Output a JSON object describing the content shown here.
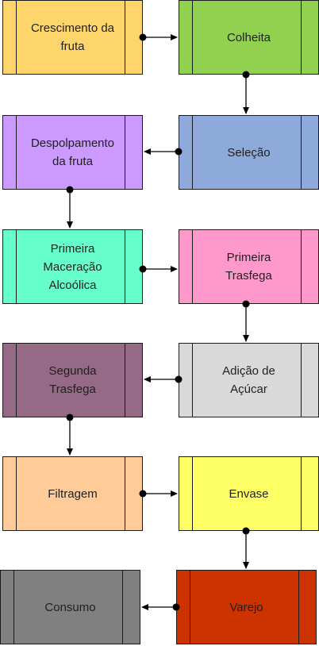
{
  "steps": [
    {
      "id": "crescimento",
      "label": "Crescimento da\nfruta",
      "color": "#fed56b"
    },
    {
      "id": "colheita",
      "label": "Colheita",
      "color": "#92d050"
    },
    {
      "id": "selecao",
      "label": "Seleção",
      "color": "#8eaadb"
    },
    {
      "id": "despolpamento",
      "label": "Despolpamento\nda fruta",
      "color": "#cc99ff"
    },
    {
      "id": "primeira-maceracao",
      "label": "Primeira\nMaceração\nAlcoólica",
      "color": "#66ffcc"
    },
    {
      "id": "primeira-trasfega",
      "label": "Primeira\nTrasfega",
      "color": "#ff99cc"
    },
    {
      "id": "adicao-acucar",
      "label": "Adição de\nAçúcar",
      "color": "#d9d9d9"
    },
    {
      "id": "segunda-trasfega",
      "label": "Segunda\nTrasfega",
      "color": "#946a86"
    },
    {
      "id": "filtragem",
      "label": "Filtragem",
      "color": "#ffcc99"
    },
    {
      "id": "envase",
      "label": "Envase",
      "color": "#ffff66"
    },
    {
      "id": "varejo",
      "label": "Varejo",
      "color": "#cc3300"
    },
    {
      "id": "consumo",
      "label": "Consumo",
      "color": "#808080"
    }
  ]
}
